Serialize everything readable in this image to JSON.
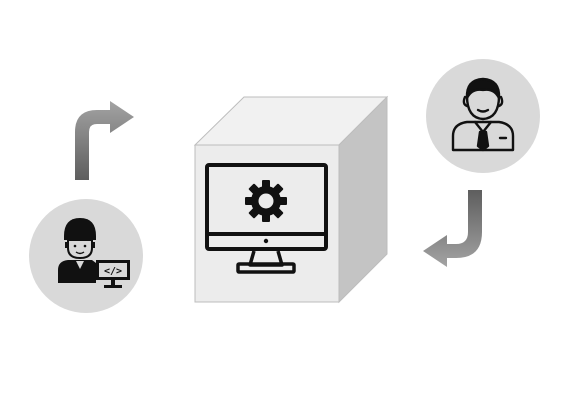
{
  "diagram": {
    "nodes": [
      {
        "id": "developer",
        "icon": "developer-with-code-monitor-icon"
      },
      {
        "id": "platform",
        "icon": "monitor-with-gear-icon"
      },
      {
        "id": "user",
        "icon": "businessman-icon"
      }
    ],
    "arrows": [
      {
        "from": "developer",
        "to": "platform",
        "icon": "arrow-up-right-icon"
      },
      {
        "from": "user",
        "to": "platform",
        "icon": "arrow-down-left-icon"
      }
    ],
    "colors": {
      "circle_fill": "#d9d9d9",
      "cube_front": "#ececec",
      "cube_top": "#f1f1f1",
      "cube_side": "#c4c4c4",
      "cube_edge": "#bdbdbd",
      "icon_ink": "#111111",
      "arrow_light": "#a0a0a0",
      "arrow_dark": "#5e5e5e"
    }
  }
}
